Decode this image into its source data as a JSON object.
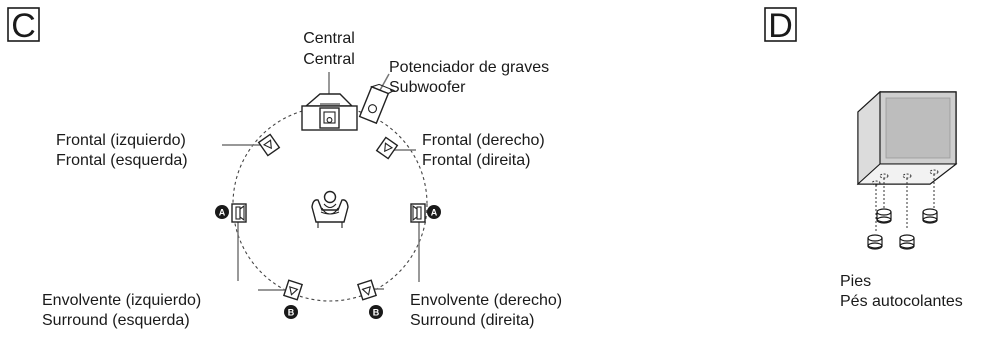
{
  "section_c": {
    "letter": "C",
    "center": [
      "Central",
      "Central"
    ],
    "subwoofer": [
      "Potenciador de graves",
      "Subwoofer"
    ],
    "front_left": [
      "Frontal (izquierdo)",
      "Frontal (esquerda)"
    ],
    "front_right": [
      "Frontal (derecho)",
      "Frontal (direita)"
    ],
    "surround_left": [
      "Envolvente (izquierdo)",
      "Surround (esquerda)"
    ],
    "surround_right": [
      "Envolvente (derecho)",
      "Surround (direita)"
    ],
    "badge_a": "A",
    "badge_b": "B"
  },
  "section_d": {
    "letter": "D",
    "feet": [
      "Pies",
      "Pés autocolantes"
    ]
  }
}
